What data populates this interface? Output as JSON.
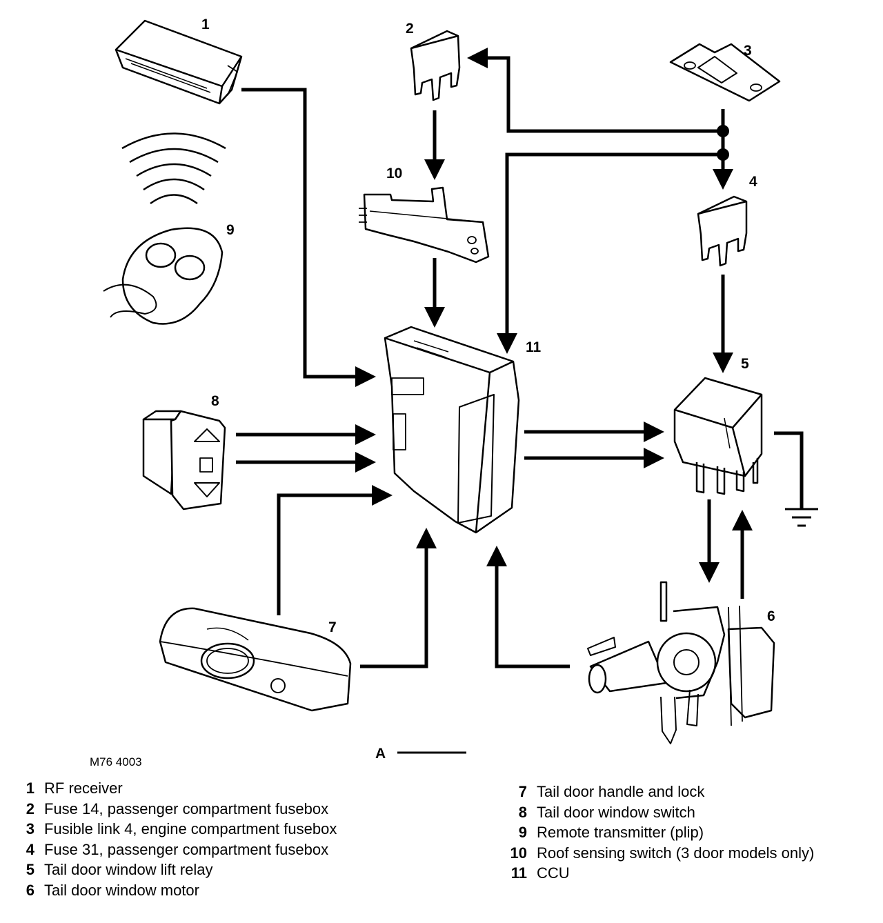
{
  "figure": {
    "ref_code": "M76 4003",
    "view_marker": "A"
  },
  "callouts": {
    "c1": "1",
    "c2": "2",
    "c3": "3",
    "c4": "4",
    "c5": "5",
    "c6": "6",
    "c7": "7",
    "c8": "8",
    "c9": "9",
    "c10": "10",
    "c11": "11"
  },
  "legend": {
    "left": [
      {
        "num": "1",
        "text": "RF receiver"
      },
      {
        "num": "2",
        "text": "Fuse 14, passenger compartment fusebox"
      },
      {
        "num": "3",
        "text": "Fusible link 4, engine compartment fusebox"
      },
      {
        "num": "4",
        "text": "Fuse 31, passenger compartment fusebox"
      },
      {
        "num": "5",
        "text": "Tail door window lift relay"
      },
      {
        "num": "6",
        "text": "Tail door window motor"
      }
    ],
    "right": [
      {
        "num": "7",
        "text": "Tail door handle and lock"
      },
      {
        "num": "8",
        "text": "Tail door window switch"
      },
      {
        "num": "9",
        "text": "Remote transmitter (plip)"
      },
      {
        "num": "10",
        "text": "Roof sensing switch (3 door models only)"
      },
      {
        "num": "11",
        "text": "CCU"
      }
    ]
  }
}
